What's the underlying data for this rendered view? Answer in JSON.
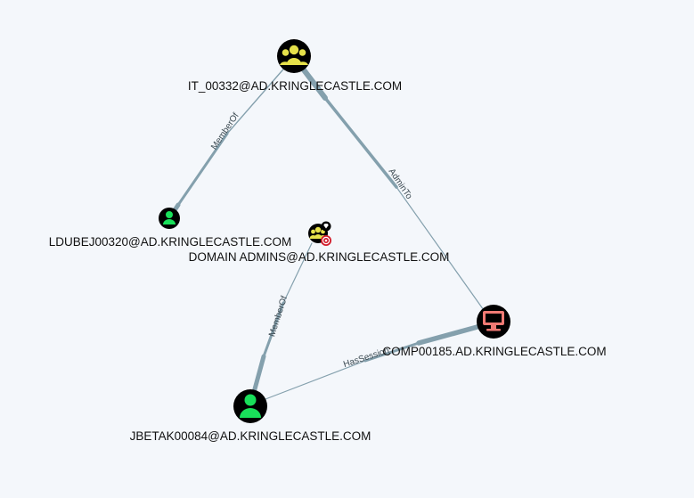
{
  "nodes": {
    "it_group": {
      "label": "IT_00332@AD.KRINGLECASTLE.COM",
      "type": "group",
      "icon": "group-icon",
      "icon_color": "#e6e14a"
    },
    "ldubej": {
      "label": "LDUBEJ00320@AD.KRINGLECASTLE.COM",
      "type": "user",
      "icon": "user-icon",
      "icon_color": "#19e05a"
    },
    "domain_admins": {
      "label": "DOMAIN ADMINS@AD.KRINGLECASTLE.COM",
      "type": "group",
      "icon": "group-icon",
      "icon_color": "#e6e14a",
      "badges": [
        "gem-icon",
        "target-icon"
      ]
    },
    "comp": {
      "label": "COMP00185.AD.KRINGLECASTLE.COM",
      "type": "computer",
      "icon": "computer-icon",
      "icon_color": "#f07a74"
    },
    "jbetak": {
      "label": "JBETAK00084@AD.KRINGLECASTLE.COM",
      "type": "user",
      "icon": "user-icon",
      "icon_color": "#19e05a"
    }
  },
  "edges": [
    {
      "from": "ldubej",
      "to": "it_group",
      "label": "MemberOf"
    },
    {
      "from": "it_group",
      "to": "comp",
      "label": "AdminTo"
    },
    {
      "from": "jbetak",
      "to": "domain_admins",
      "label": "MemberOf"
    },
    {
      "from": "comp",
      "to": "jbetak",
      "label": "HasSession"
    }
  ],
  "colors": {
    "background": "#f4f7fb",
    "edge": "#84a0ad",
    "node_fill": "#000000"
  }
}
